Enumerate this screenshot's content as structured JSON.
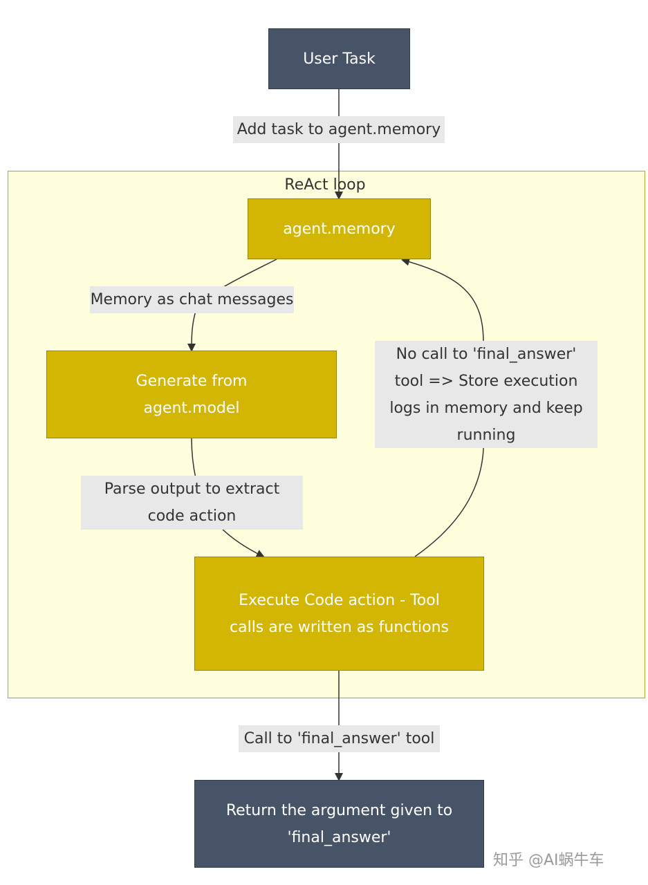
{
  "nodes": {
    "user_task": "User Task",
    "agent_memory": "agent.memory",
    "generate": "Generate from agent.model",
    "execute": "Execute Code action - Tool calls are written as functions",
    "return": "Return the argument given to 'final_answer'"
  },
  "cluster": {
    "title": "ReAct loop"
  },
  "edges": {
    "add_task": "Add task to agent.memory",
    "memory_as_chat": "Memory as chat messages",
    "parse_output": "Parse output to extract code action",
    "no_final_answer": "No call to 'final_answer' tool => Store execution logs in memory and keep running",
    "call_final_answer": "Call to 'final_answer' tool"
  },
  "colors": {
    "terminal_node": "#475366",
    "loop_node": "#d3b604",
    "cluster_fill": "#ffffde",
    "cluster_border": "#aaaa33",
    "edge_label_bg": "#e8e8e8",
    "edge_stroke": "#333333"
  },
  "watermark": "知乎 @AI蜗牛车"
}
